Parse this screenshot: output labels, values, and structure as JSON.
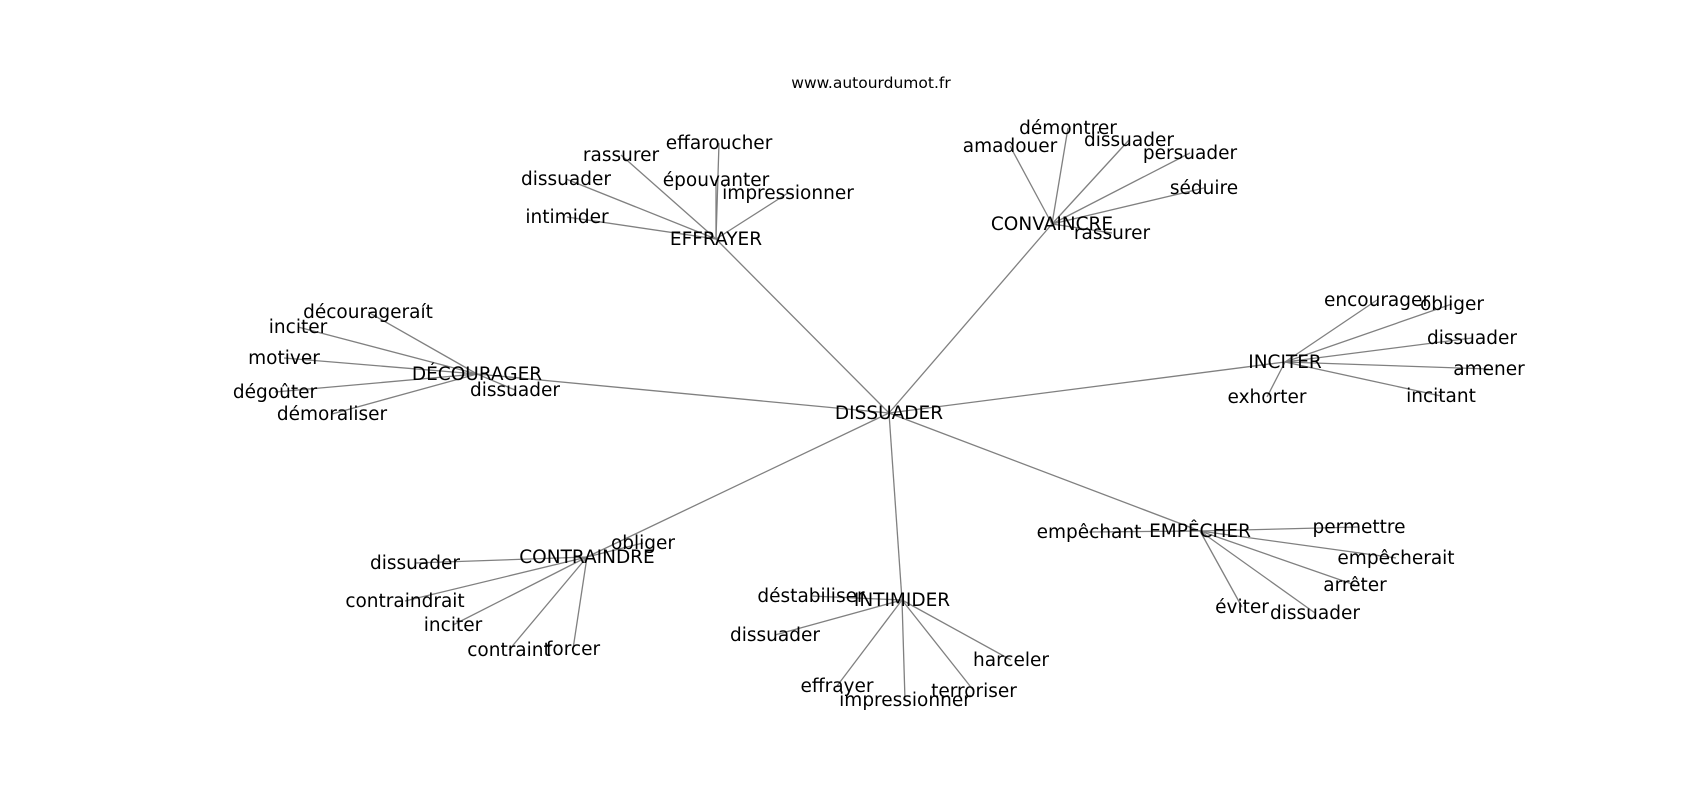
{
  "site": "www.autourdumot.fr",
  "graph": {
    "center": "DISSUADER",
    "hubs": [
      {
        "label": "EFFRAYER",
        "leaves": [
          "rassurer",
          "effaroucher",
          "dissuader",
          "épouvanter",
          "impressionner",
          "intimider"
        ]
      },
      {
        "label": "CONVAINCRE",
        "leaves": [
          "démontrer",
          "amadouer",
          "dissuader",
          "persuader",
          "séduire",
          "rassurer"
        ]
      },
      {
        "label": "DÉCOURAGER",
        "leaves": [
          "décourageraít",
          "inciter",
          "motiver",
          "dégoûter",
          "démoraliser",
          "dissuader"
        ]
      },
      {
        "label": "INCITER",
        "leaves": [
          "encourager",
          "obliger",
          "dissuader",
          "amener",
          "incitant",
          "exhorter"
        ]
      },
      {
        "label": "CONTRAINDRE",
        "leaves": [
          "obliger",
          "dissuader",
          "contraindrait",
          "inciter",
          "contraint",
          "forcer"
        ]
      },
      {
        "label": "INTIMIDER",
        "leaves": [
          "déstabiliser",
          "dissuader",
          "harceler",
          "effrayer",
          "impressionner",
          "terroriser"
        ]
      },
      {
        "label": "EMPÊCHER",
        "leaves": [
          "empêchant",
          "permettre",
          "empêcherait",
          "arrêter",
          "éviter",
          "dissuader"
        ]
      }
    ]
  }
}
